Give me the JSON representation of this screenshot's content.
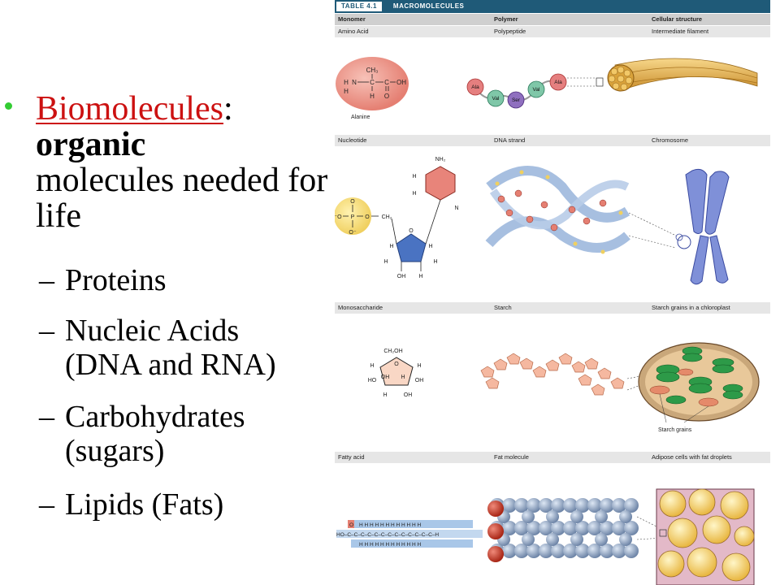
{
  "slide": {
    "bullet": {
      "term": "Biomolecules",
      "colon": ":",
      "bold_word": "organic",
      "rest": "molecules needed for life"
    },
    "subitems": [
      {
        "dash": "–",
        "line1": "Proteins",
        "line2": ""
      },
      {
        "dash": "–",
        "line1": "Nucleic Acids",
        "line2": "(DNA and RNA)"
      },
      {
        "dash": "–",
        "line1": "Carbohydrates",
        "line2": "(sugars)"
      },
      {
        "dash": "–",
        "line1": "Lipids (Fats)",
        "line2": ""
      }
    ]
  },
  "table": {
    "number": "TABLE 4.1",
    "title": "MACROMOLECULES",
    "headers": {
      "c1": "Monomer",
      "c2": "Polymer",
      "c3": "Cellular structure"
    },
    "rows": [
      {
        "c1": "Amino Acid",
        "c2": "Polypeptide",
        "c3": "Intermediate filament"
      },
      {
        "c1": "Nucleotide",
        "c2": "DNA strand",
        "c3": "Chromosome"
      },
      {
        "c1": "Monosaccharide",
        "c2": "Starch",
        "c3": "Starch grains in a chloroplast"
      },
      {
        "c1": "Fatty acid",
        "c2": "Fat molecule",
        "c3": "Adipose cells with fat droplets"
      }
    ],
    "labels": {
      "alanine": "Alanine",
      "starch_grains": "Starch grains",
      "beads": [
        "Ala",
        "Val",
        "Ser",
        "Val",
        "Ala"
      ]
    }
  }
}
